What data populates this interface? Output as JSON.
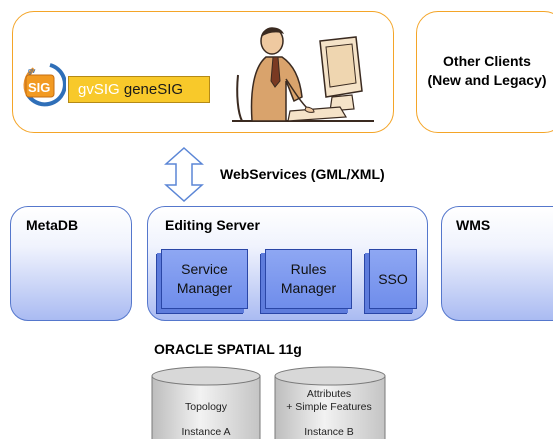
{
  "clients": {
    "main": {
      "logo_left": "gvSIG",
      "logo_right": "geneSIG",
      "mark_text": "SIG",
      "mark_small": "gv"
    },
    "other": {
      "line1": "Other Clients",
      "line2": "(New and Legacy)"
    }
  },
  "connector": {
    "label": "WebServices (GML/XML)"
  },
  "servers": {
    "metadb": "MetaDB",
    "editing": {
      "title": "Editing Server",
      "modules": [
        {
          "line1": "Service",
          "line2": "Manager"
        },
        {
          "line1": "Rules",
          "line2": "Manager"
        },
        {
          "line1": "SSO",
          "line2": ""
        }
      ]
    },
    "wms": "WMS"
  },
  "database": {
    "title": "ORACLE SPATIAL 11g",
    "instances": [
      {
        "line1": "",
        "line2": "Topology",
        "instance": "Instance A"
      },
      {
        "line1": "Attributes",
        "line2": "+ Simple Features",
        "instance": "Instance B"
      }
    ]
  },
  "colors": {
    "client_border": "#f4a528",
    "server_border": "#5577cc",
    "module_fill": "#7f99ef",
    "banner": "#f8c92a"
  }
}
